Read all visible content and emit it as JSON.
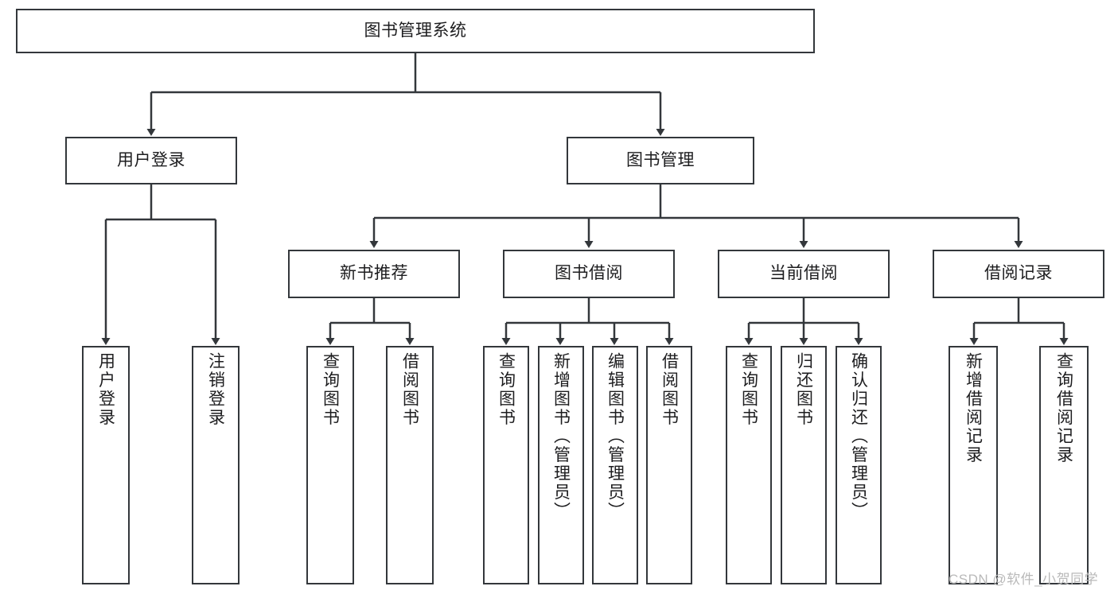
{
  "diagram": {
    "type": "hierarchy-tree",
    "title": "图书管理系统",
    "root": {
      "id": "root",
      "label": "图书管理系统",
      "orientation": "horizontal"
    },
    "level2": [
      {
        "id": "user-login",
        "label": "用户登录",
        "orientation": "horizontal"
      },
      {
        "id": "book-management",
        "label": "图书管理",
        "orientation": "horizontal"
      }
    ],
    "level3": [
      {
        "id": "new-book-recommend",
        "label": "新书推荐",
        "orientation": "horizontal",
        "parent": "book-management"
      },
      {
        "id": "book-borrow",
        "label": "图书借阅",
        "orientation": "horizontal",
        "parent": "book-management"
      },
      {
        "id": "current-borrow",
        "label": "当前借阅",
        "orientation": "horizontal",
        "parent": "book-management"
      },
      {
        "id": "borrow-record",
        "label": "借阅记录",
        "orientation": "horizontal",
        "parent": "book-management"
      }
    ],
    "leaves": [
      {
        "id": "leaf-user-login",
        "label": "用户登录",
        "orientation": "vertical",
        "parent": "user-login"
      },
      {
        "id": "leaf-user-logout",
        "label": "注销登录",
        "orientation": "vertical",
        "parent": "user-login"
      },
      {
        "id": "leaf-query-book-1",
        "label": "查询图书",
        "orientation": "vertical",
        "parent": "new-book-recommend"
      },
      {
        "id": "leaf-borrow-book-1",
        "label": "借阅图书",
        "orientation": "vertical",
        "parent": "new-book-recommend"
      },
      {
        "id": "leaf-query-book-2",
        "label": "查询图书",
        "orientation": "vertical",
        "parent": "book-borrow"
      },
      {
        "id": "leaf-add-book",
        "label": "新增图书（管理员）",
        "orientation": "vertical",
        "parent": "book-borrow"
      },
      {
        "id": "leaf-edit-book",
        "label": "编辑图书（管理员）",
        "orientation": "vertical",
        "parent": "book-borrow"
      },
      {
        "id": "leaf-borrow-book-2",
        "label": "借阅图书",
        "orientation": "vertical",
        "parent": "book-borrow"
      },
      {
        "id": "leaf-query-book-3",
        "label": "查询图书",
        "orientation": "vertical",
        "parent": "current-borrow"
      },
      {
        "id": "leaf-return-book",
        "label": "归还图书",
        "orientation": "vertical",
        "parent": "current-borrow"
      },
      {
        "id": "leaf-confirm-return",
        "label": "确认归还（管理员）",
        "orientation": "vertical",
        "parent": "current-borrow"
      },
      {
        "id": "leaf-add-record",
        "label": "新增借阅记录",
        "orientation": "vertical",
        "parent": "borrow-record"
      },
      {
        "id": "leaf-query-record",
        "label": "查询借阅记录",
        "orientation": "vertical",
        "parent": "borrow-record"
      }
    ],
    "colors": {
      "stroke": "#33373b",
      "text": "#1d1d1f",
      "background": "#ffffff",
      "watermark": "#b9b9b9"
    }
  },
  "watermark": {
    "text": "CSDN @软件_小贺同学"
  }
}
